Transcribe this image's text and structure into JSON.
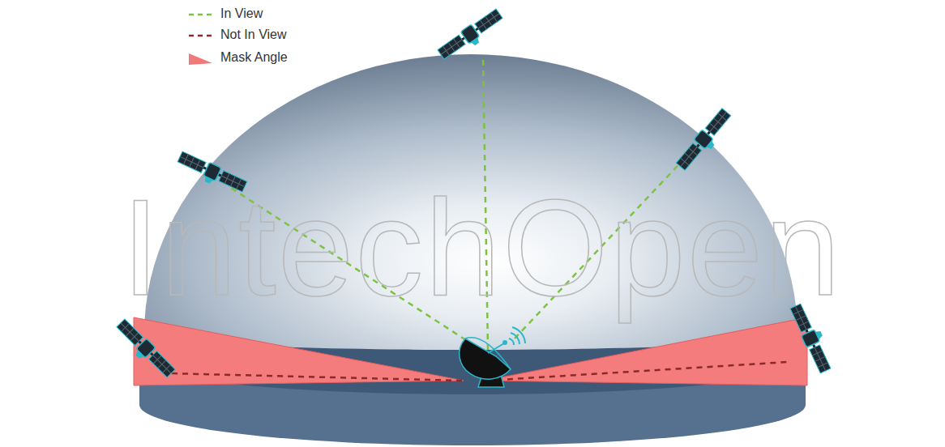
{
  "diagram": {
    "labels": [
      "IntechOpen"
    ],
    "legend": [
      {
        "text": "In View"
      },
      {
        "text": "Not In View"
      },
      {
        "text": "Mask Angle"
      }
    ]
  }
}
